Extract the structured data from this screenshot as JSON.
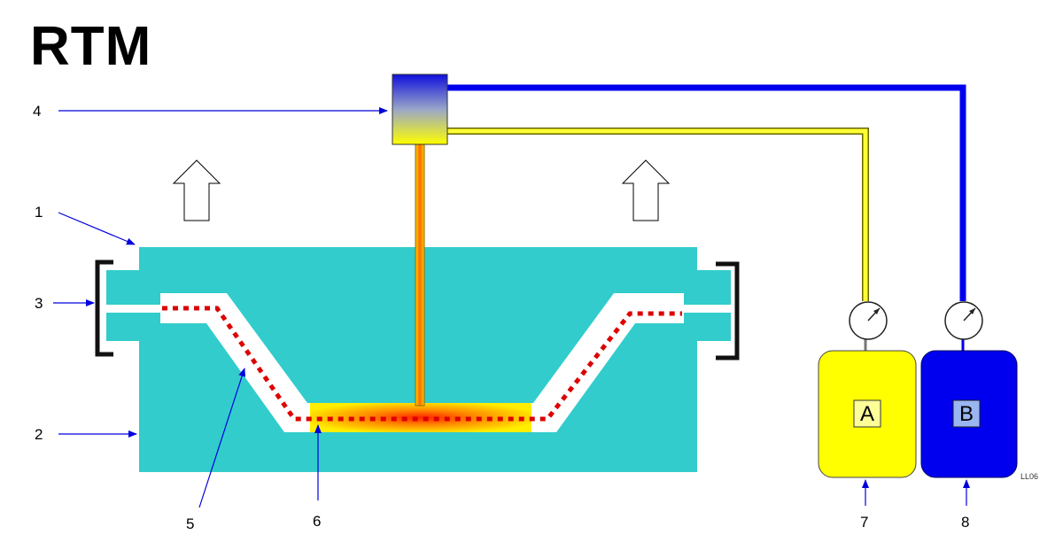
{
  "title": "RTM",
  "callouts": {
    "c1": "1",
    "c2": "2",
    "c3": "3",
    "c4": "4",
    "c5": "5",
    "c6": "6",
    "c7": "7",
    "c8": "8"
  },
  "tanks": {
    "a_label": "A",
    "b_label": "B"
  },
  "credit": "LL06",
  "colors": {
    "mould": "#33CCCC",
    "resin_a": "#FFFF00",
    "resin_b": "#0000EE",
    "reinforcement": "#DD0000",
    "callout_arrow": "#0000DD"
  }
}
